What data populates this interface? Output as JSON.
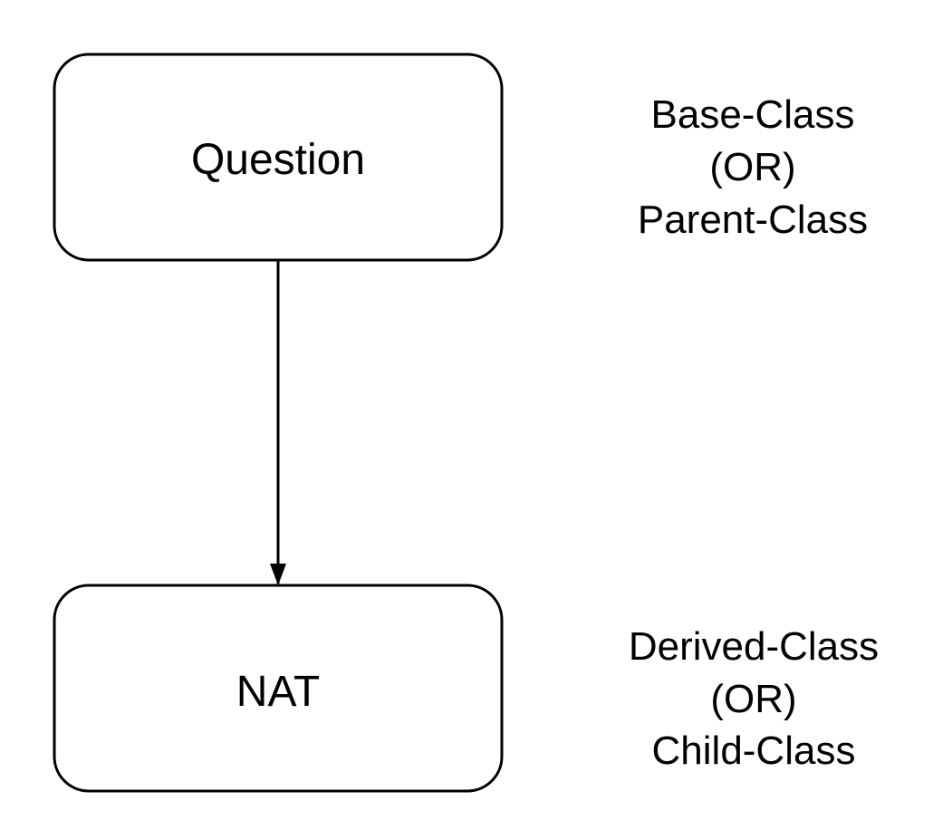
{
  "nodes": {
    "parent": {
      "label": "Question"
    },
    "child": {
      "label": "NAT"
    }
  },
  "annotations": {
    "parent": {
      "line1": "Base-Class",
      "line2": "(OR)",
      "line3": "Parent-Class"
    },
    "child": {
      "line1": "Derived-Class",
      "line2": "(OR)",
      "line3": "Child-Class"
    }
  },
  "edges": [
    {
      "from": "Question",
      "to": "NAT"
    }
  ],
  "colors": {
    "stroke": "#000000",
    "background": "#ffffff"
  }
}
